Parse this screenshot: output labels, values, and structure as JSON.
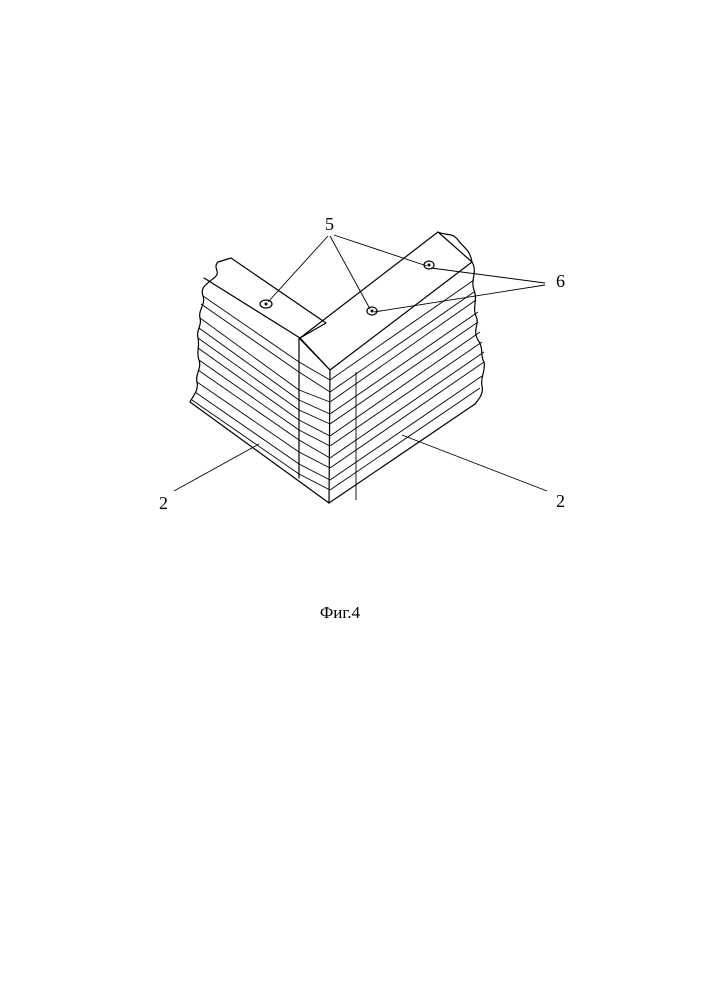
{
  "figure": {
    "caption": "Фиг.4",
    "labels": {
      "holes": "5",
      "fasteners": "6",
      "log_left": "2",
      "log_right": "2"
    }
  }
}
